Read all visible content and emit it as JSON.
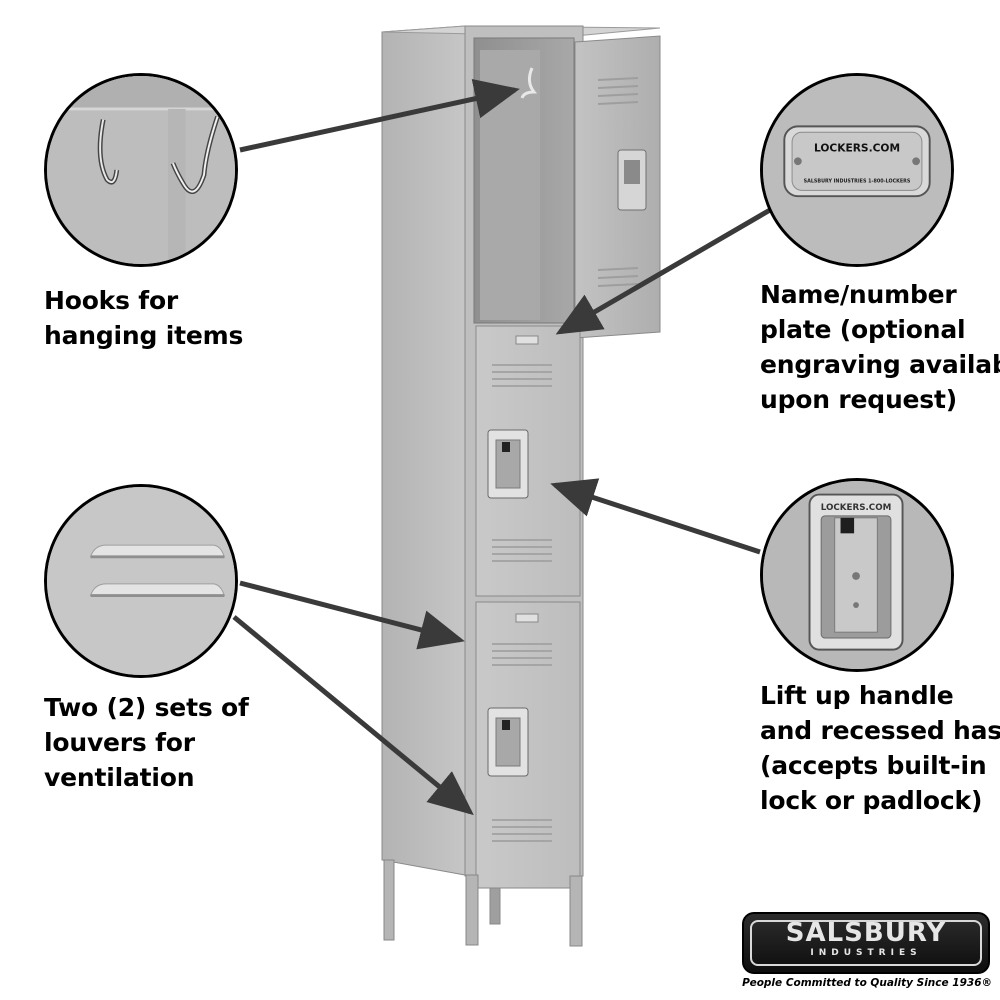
{
  "captions": {
    "hooks": [
      "Hooks for",
      "hanging items"
    ],
    "louvers": [
      "Two (2) sets of",
      "louvers for",
      "ventilation"
    ],
    "plate": [
      "Name/number",
      "plate (optional",
      "engraving available",
      "upon request)"
    ],
    "handle": [
      "Lift up handle",
      "and recessed hasp",
      "(accepts built-in",
      "lock or padlock)"
    ]
  },
  "detail_plate": {
    "brand": "LOCKERS.COM",
    "fine_print": "SALSBURY INDUSTRIES   1-800-LOCKERS"
  },
  "detail_handle": {
    "brand": "LOCKERS.COM"
  },
  "logo": {
    "name": "SALSBURY",
    "sub": "INDUSTRIES",
    "tagline": "People Committed to Quality Since 1936®"
  },
  "colors": {
    "locker_gray": "#b9b9b9",
    "arrow": "#3a3a3a",
    "caption": "#000000"
  }
}
